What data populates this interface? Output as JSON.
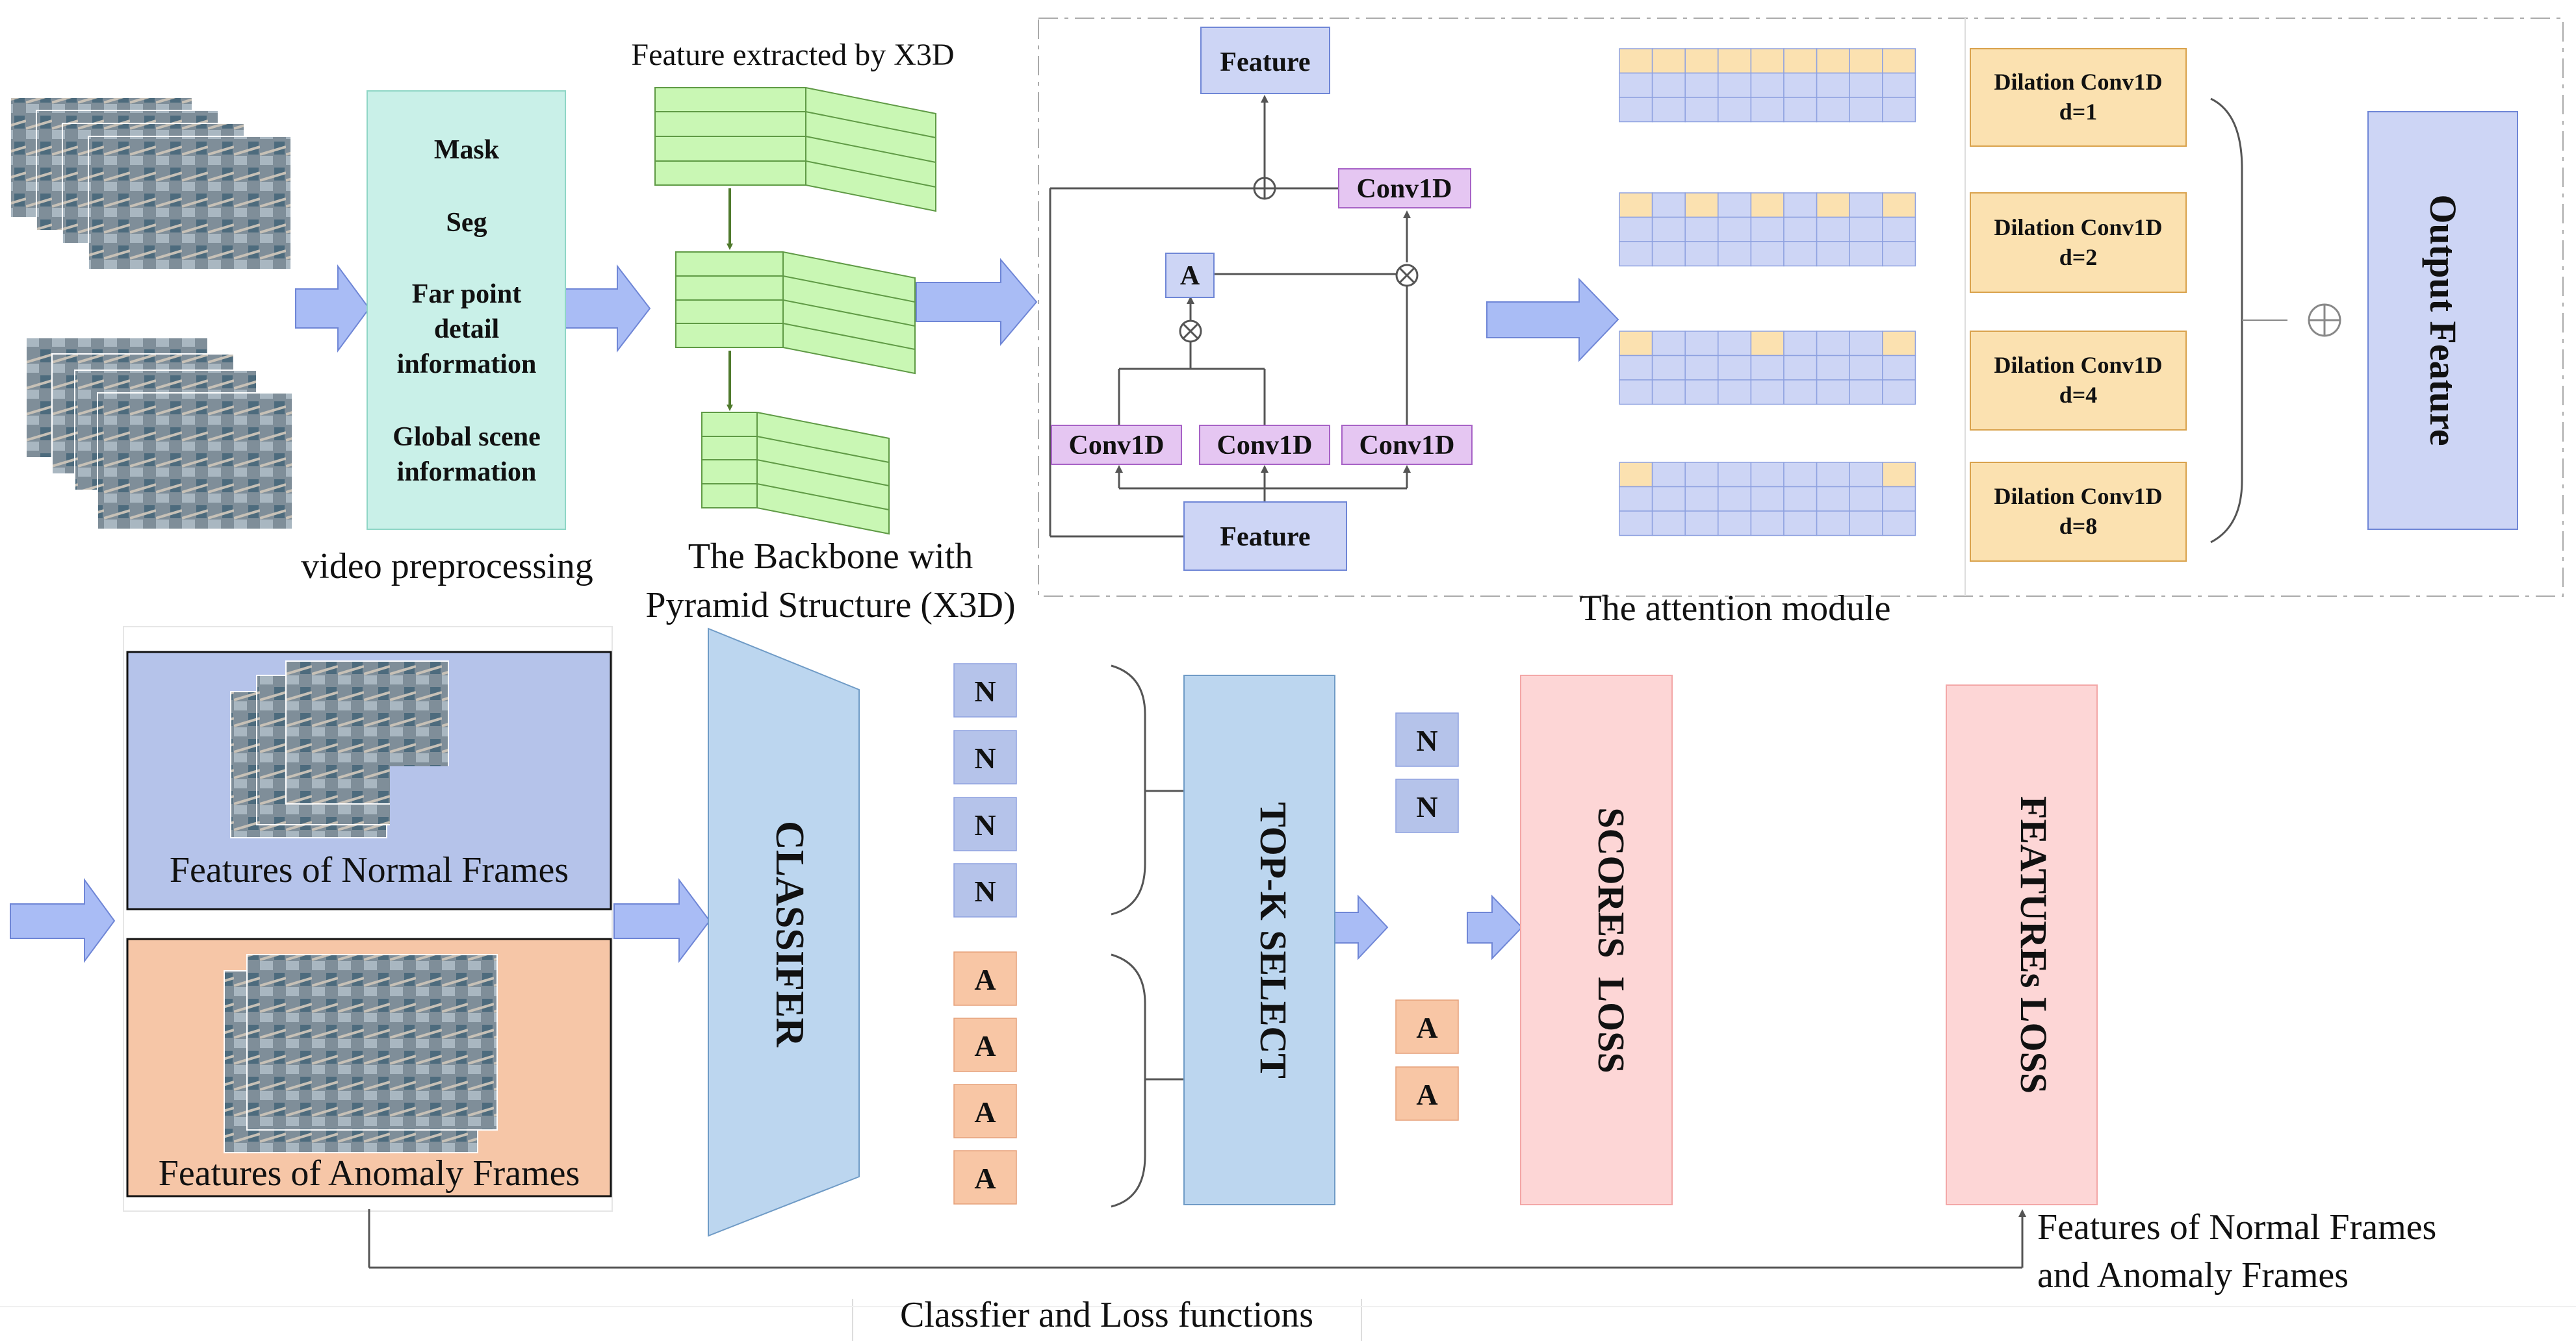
{
  "preprocess": {
    "items": [
      "Mask",
      "Seg",
      "Far point",
      "detail",
      "information",
      "Global scene",
      "information"
    ],
    "caption": "video preprocessing"
  },
  "backbone": {
    "top_label": "Feature extracted by X3D",
    "caption_line1": "The Backbone with",
    "caption_line2": "Pyramid Structure (X3D)"
  },
  "attention": {
    "feature_top": "Feature",
    "feature_bottom": "Feature",
    "conv_top": "Conv1D",
    "conv_left": "Conv1D",
    "conv_mid": "Conv1D",
    "conv_right": "Conv1D",
    "a_label": "A",
    "dilations": [
      {
        "name": "Dilation Conv1D",
        "d": "d=1"
      },
      {
        "name": "Dilation Conv1D",
        "d": "d=2"
      },
      {
        "name": "Dilation Conv1D",
        "d": "d=4"
      },
      {
        "name": "Dilation Conv1D",
        "d": "d=8"
      }
    ],
    "output": "Output Feature",
    "caption": "The attention module"
  },
  "classifier": {
    "normal_label": "Features of Normal Frames",
    "anomaly_label": "Features of Anomaly Frames",
    "classifier": "CLASSIFER",
    "topk": "TOP-K SELECT",
    "n": "N",
    "a": "A",
    "scores": "SCORES  LOSS",
    "feature_loss": "FEATUREs LOSS",
    "feat_note_line1": "Features of Normal Frames",
    "feat_note_line2": "and Anomaly Frames",
    "caption": "Classfier and Loss functions"
  },
  "colors": {
    "teal": "#c9f0e8",
    "green": "#c9f7b4",
    "lavender": "#cdd5f5",
    "purple": "#e5c6f2",
    "orange": "#fbe1b0",
    "blue": "#bcd6ef",
    "pink": "#fdd6d6",
    "salmon": "#f8c6a5",
    "arrow": "#a9bcf5"
  }
}
